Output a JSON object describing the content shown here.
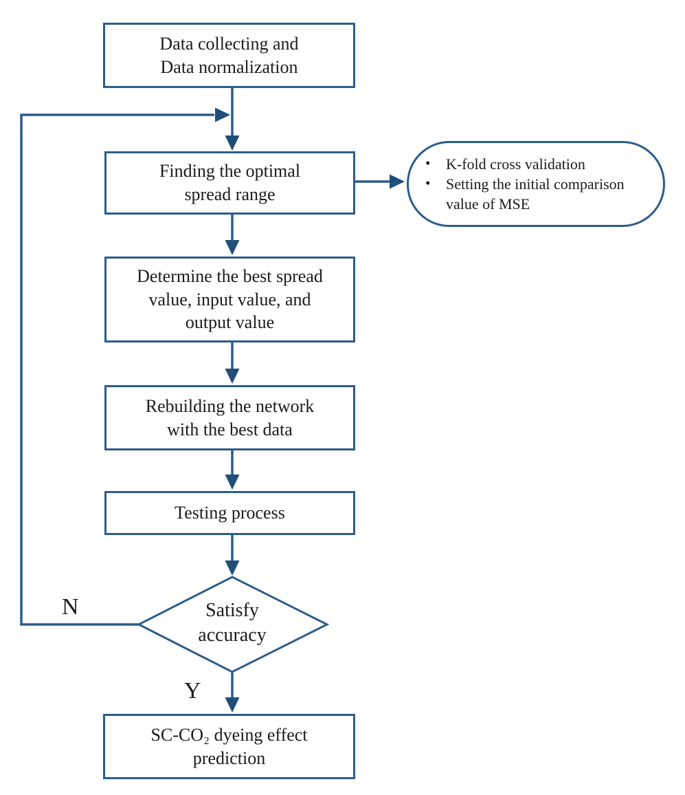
{
  "theme": {
    "line": "#2b5c8c",
    "arrow": "#1f4e79",
    "text": "#1b1b1b",
    "bg": "#ffffff"
  },
  "flowchart": {
    "nodes": [
      {
        "id": "collect",
        "shape": "rect",
        "label": "Data collecting and\nData normalization"
      },
      {
        "id": "spread",
        "shape": "rect",
        "label": "Finding the optimal\nspread range"
      },
      {
        "id": "determine",
        "shape": "rect",
        "label": "Determine the best spread\nvalue, input value, and\noutput value"
      },
      {
        "id": "rebuild",
        "shape": "rect",
        "label": "Rebuilding the network\nwith the best data"
      },
      {
        "id": "testing",
        "shape": "rect",
        "label": "Testing process"
      },
      {
        "id": "decision",
        "shape": "diamond",
        "label": "Satisfy\naccuracy"
      },
      {
        "id": "predict",
        "shape": "rect",
        "label": "SC-CO₂ dyeing effect\nprediction"
      }
    ],
    "note": {
      "shape": "stadium",
      "items": [
        "K-fold cross validation",
        "Setting the initial comparison value of MSE"
      ]
    },
    "branch_labels": {
      "no": "N",
      "yes": "Y"
    }
  }
}
